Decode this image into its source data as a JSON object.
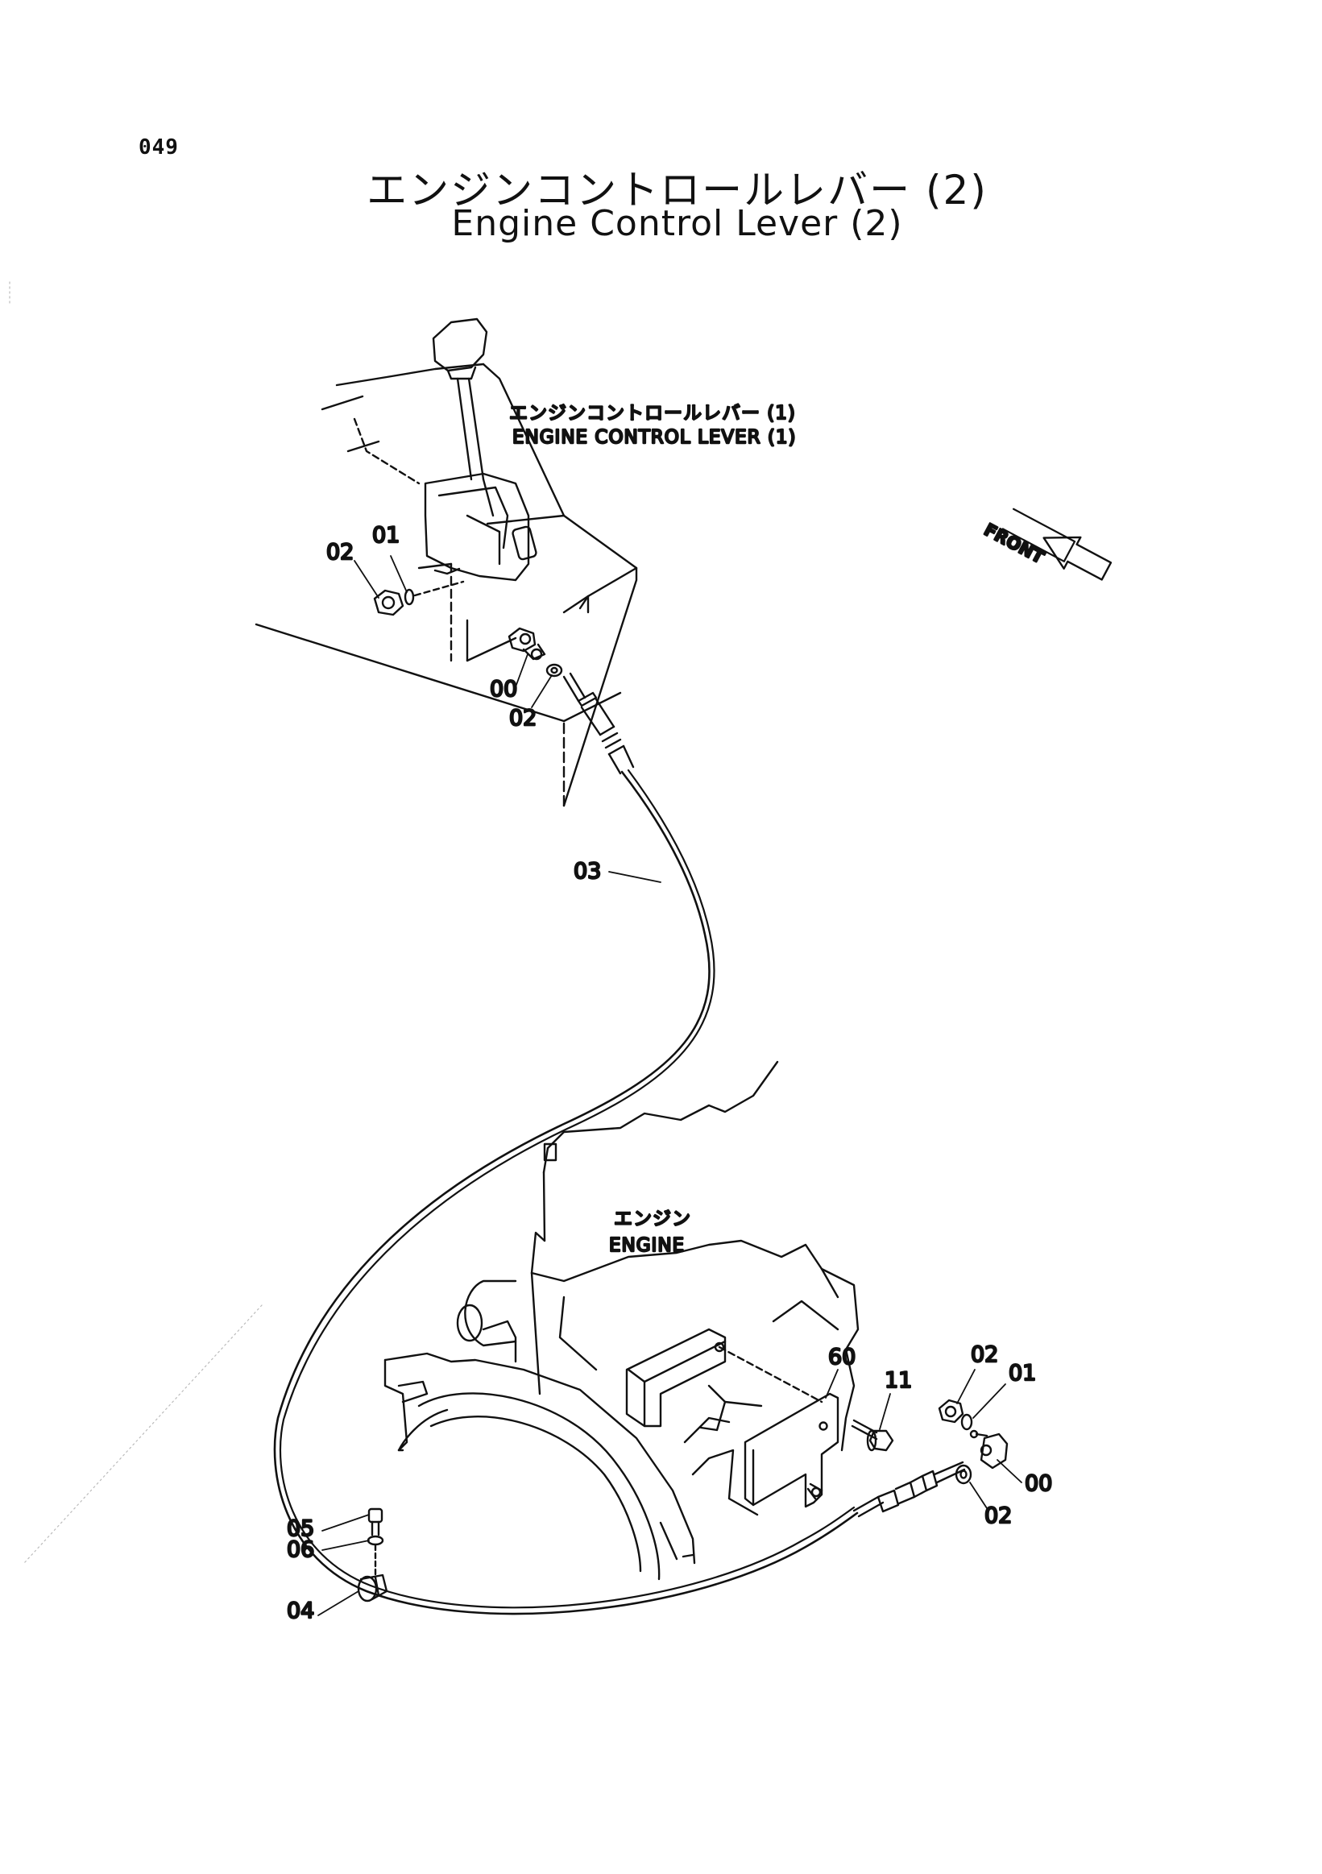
{
  "page_number": "049",
  "title": {
    "japanese": "エンジンコントロールレバー (2)",
    "english": "Engine Control Lever (2)"
  },
  "notes": {
    "lever_ja": "エンジンコントロールレバー (1)",
    "lever_en": "ENGINE CONTROL LEVER (1)",
    "engine_ja": "エンジン",
    "engine_en": "ENGINE",
    "front": "FRONT"
  },
  "callouts": {
    "upper_01": "01",
    "upper_02_nut": "02",
    "upper_00": "00",
    "upper_02_washer": "02",
    "cable_03": "03",
    "clamp_04": "04",
    "bolt_05": "05",
    "washer_06": "06",
    "bracket_60": "60",
    "bolt_11": "11",
    "lower_02_nut": "02",
    "lower_01": "01",
    "lower_00": "00",
    "lower_02_washer": "02"
  }
}
